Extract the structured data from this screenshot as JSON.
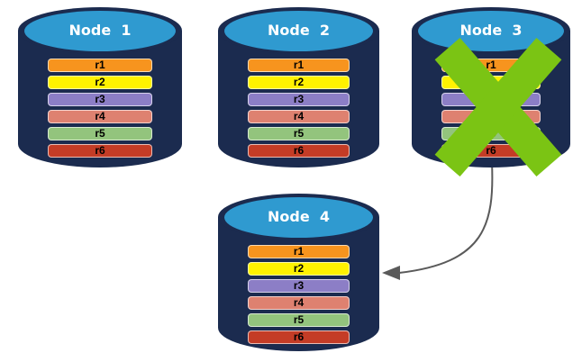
{
  "diagram": {
    "background": "#FFFFFF",
    "colors": {
      "cylinder_body": "#1B2B4F",
      "cylinder_top": "#2F9AD0",
      "node_title_text": "#FFFFFF",
      "replica_text": "#000000",
      "failure_x": "#7BC414",
      "arrow": "#5A5A5A"
    },
    "nodes": [
      {
        "title": "Node  1",
        "failed": false,
        "replicas": [
          {
            "label": "r1",
            "color": "#F7941E"
          },
          {
            "label": "r2",
            "color": "#FFF200"
          },
          {
            "label": "r3",
            "color": "#8C7EC6"
          },
          {
            "label": "r4",
            "color": "#DE8170"
          },
          {
            "label": "r5",
            "color": "#93C47D"
          },
          {
            "label": "r6",
            "color": "#C43C26"
          }
        ]
      },
      {
        "title": "Node  2",
        "failed": false,
        "replicas": [
          {
            "label": "r1",
            "color": "#F7941E"
          },
          {
            "label": "r2",
            "color": "#FFF200"
          },
          {
            "label": "r3",
            "color": "#8C7EC6"
          },
          {
            "label": "r4",
            "color": "#DE8170"
          },
          {
            "label": "r5",
            "color": "#93C47D"
          },
          {
            "label": "r6",
            "color": "#C43C26"
          }
        ]
      },
      {
        "title": "Node  3",
        "failed": true,
        "replicas": [
          {
            "label": "r1",
            "color": "#F7941E"
          },
          {
            "label": "r2",
            "color": "#FFF200"
          },
          {
            "label": "r3",
            "color": "#8C7EC6"
          },
          {
            "label": "r4",
            "color": "#DE8170"
          },
          {
            "label": "r5",
            "color": "#93C47D"
          },
          {
            "label": "r6",
            "color": "#C43C26"
          }
        ]
      },
      {
        "title": "Node  4",
        "failed": false,
        "replicas": [
          {
            "label": "r1",
            "color": "#F7941E"
          },
          {
            "label": "r2",
            "color": "#FFF200"
          },
          {
            "label": "r3",
            "color": "#8C7EC6"
          },
          {
            "label": "r4",
            "color": "#DE8170"
          },
          {
            "label": "r5",
            "color": "#93C47D"
          },
          {
            "label": "r6",
            "color": "#C43C26"
          }
        ]
      }
    ],
    "arrow": {
      "from": "Node 3",
      "to": "Node 4"
    }
  }
}
